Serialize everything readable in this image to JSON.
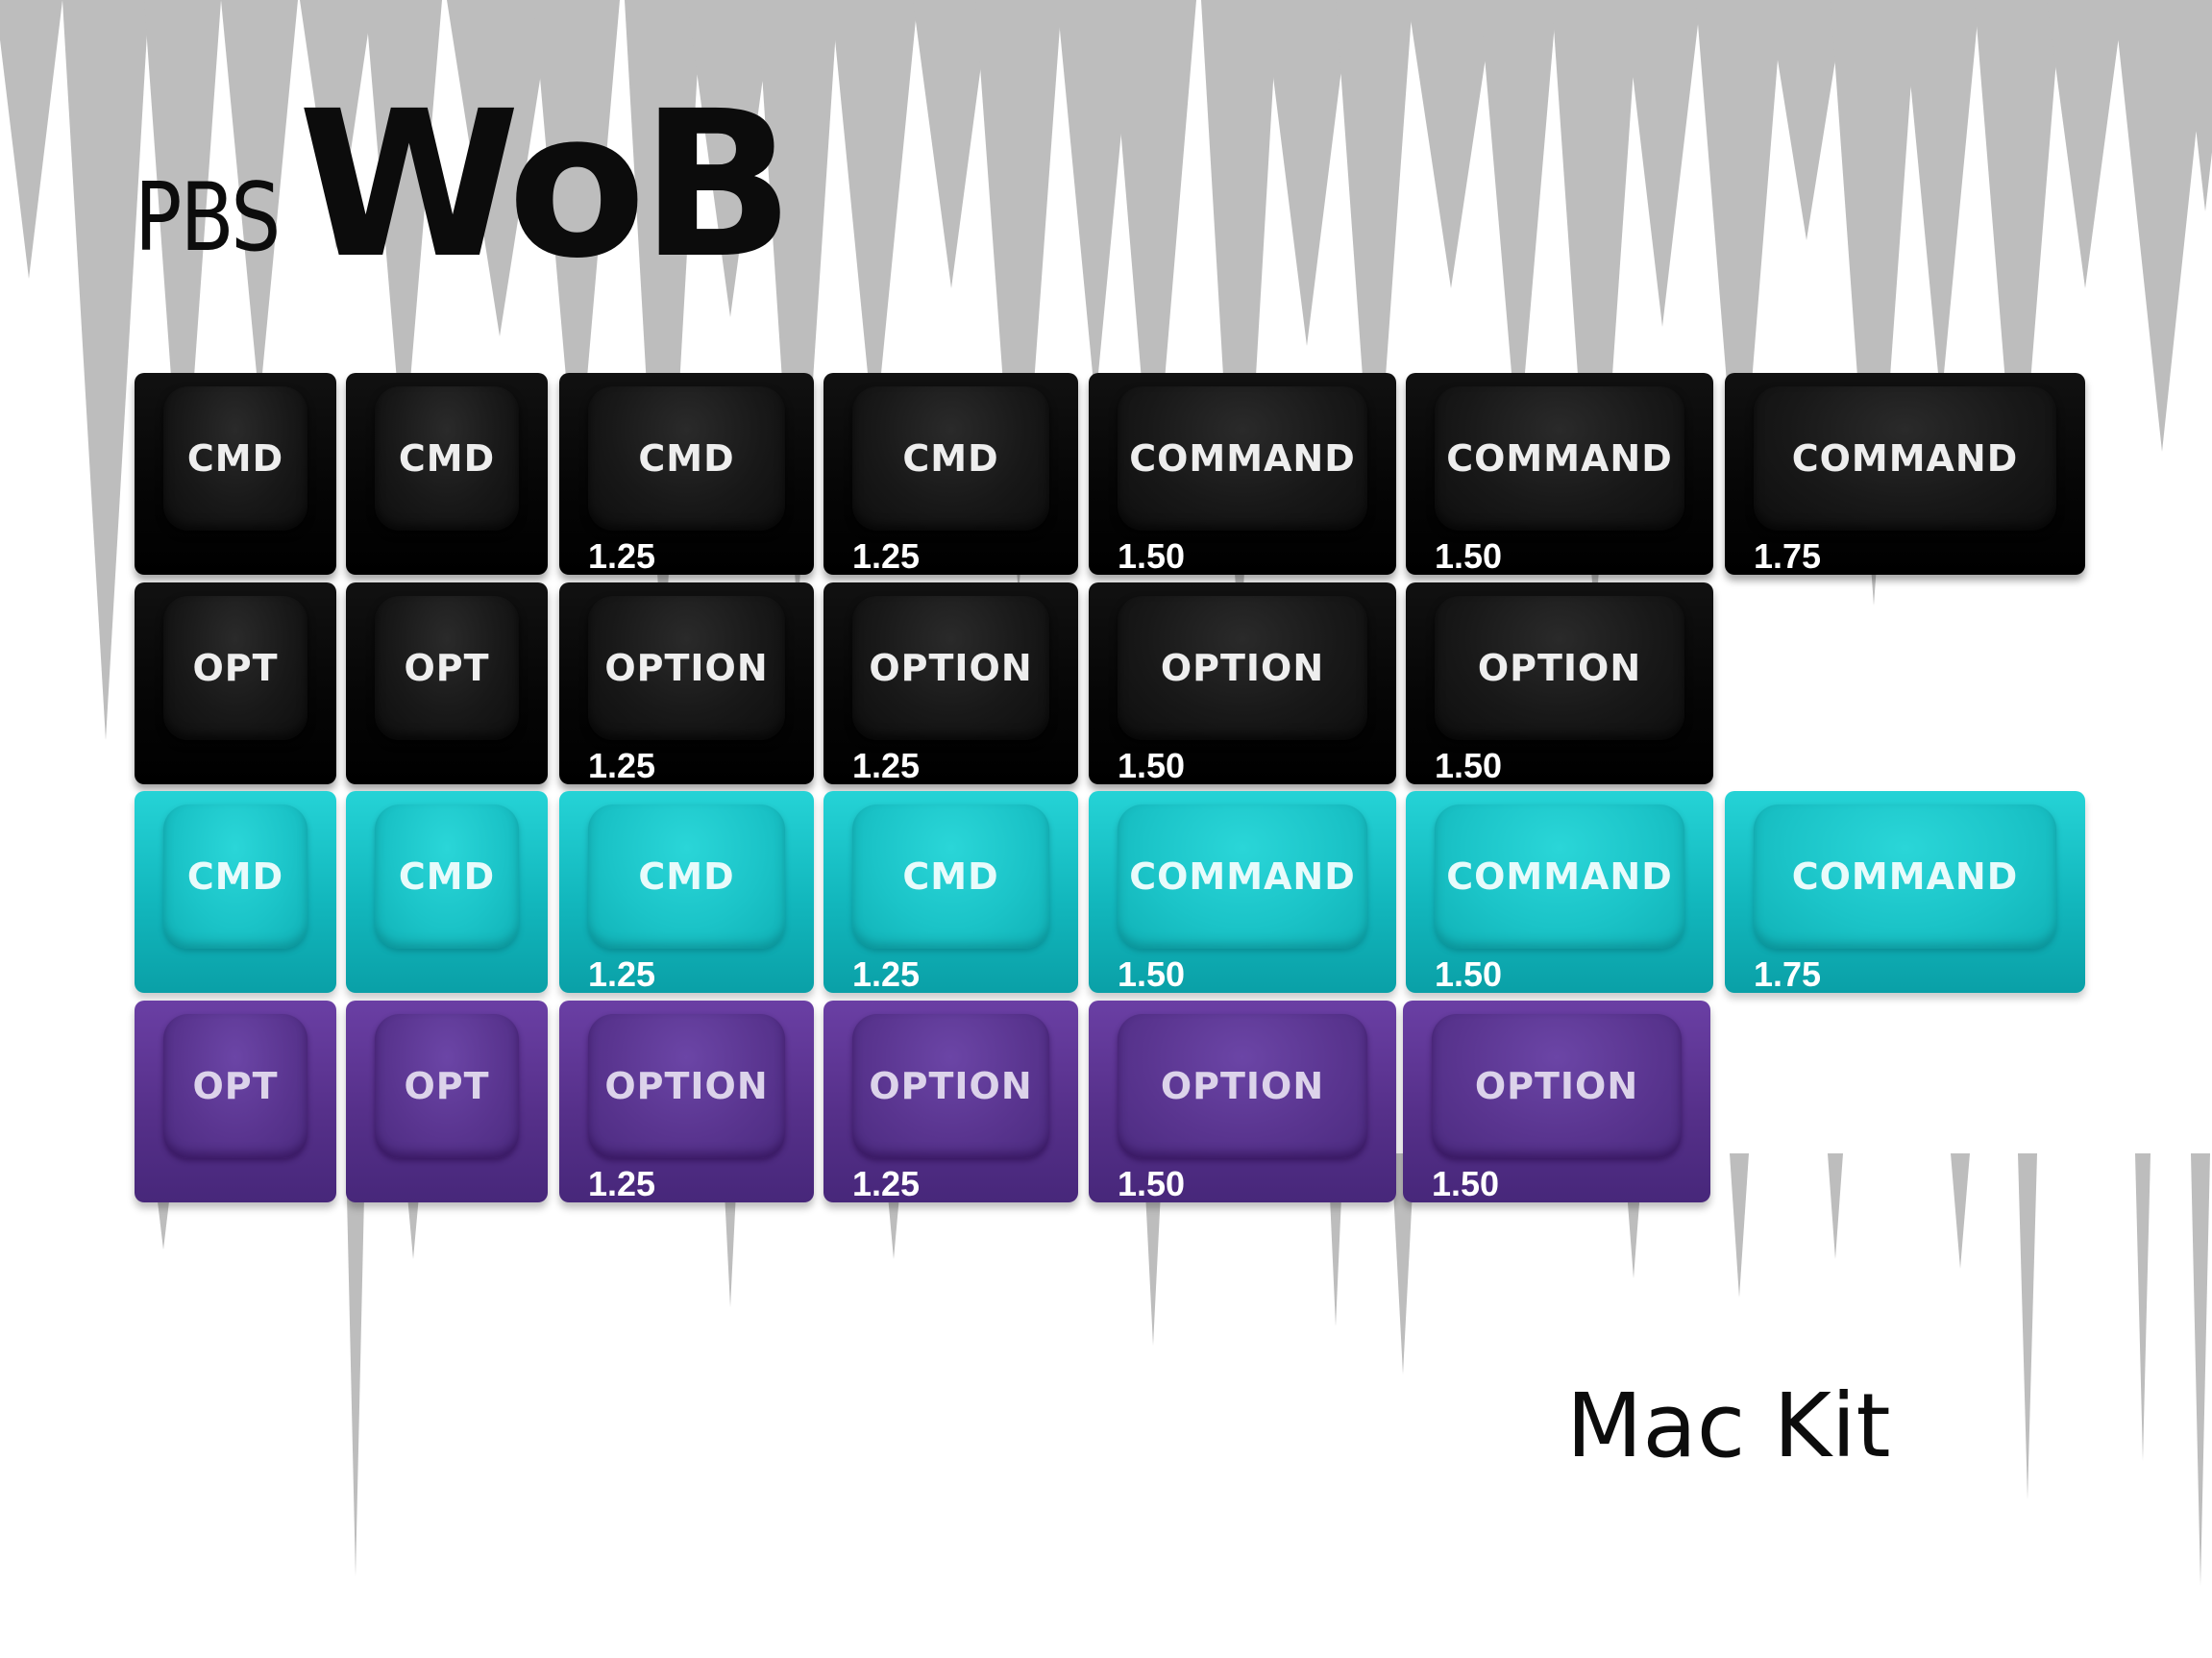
{
  "brand": {
    "prefix": "PBS",
    "name": "WoB"
  },
  "footer": {
    "text": "Mac Kit"
  },
  "colors": {
    "background": "#ffffff",
    "spikes": "#bdbdbd",
    "black": "#0c0c0c",
    "teal": "#1ec8cc",
    "purple": "#5a3590"
  },
  "rows": [
    {
      "color": "black",
      "keys": [
        {
          "legend": "CMD",
          "size": ""
        },
        {
          "legend": "CMD",
          "size": ""
        },
        {
          "legend": "CMD",
          "size": "1.25"
        },
        {
          "legend": "CMD",
          "size": "1.25"
        },
        {
          "legend": "COMMAND",
          "size": "1.50"
        },
        {
          "legend": "COMMAND",
          "size": "1.50"
        },
        {
          "legend": "COMMAND",
          "size": "1.75"
        }
      ]
    },
    {
      "color": "black",
      "keys": [
        {
          "legend": "OPT",
          "size": ""
        },
        {
          "legend": "OPT",
          "size": ""
        },
        {
          "legend": "OPTION",
          "size": "1.25"
        },
        {
          "legend": "OPTION",
          "size": "1.25"
        },
        {
          "legend": "OPTION",
          "size": "1.50"
        },
        {
          "legend": "OPTION",
          "size": "1.50"
        }
      ]
    },
    {
      "color": "teal",
      "keys": [
        {
          "legend": "CMD",
          "size": ""
        },
        {
          "legend": "CMD",
          "size": ""
        },
        {
          "legend": "CMD",
          "size": "1.25"
        },
        {
          "legend": "CMD",
          "size": "1.25"
        },
        {
          "legend": "COMMAND",
          "size": "1.50"
        },
        {
          "legend": "COMMAND",
          "size": "1.50"
        },
        {
          "legend": "COMMAND",
          "size": "1.75"
        }
      ]
    },
    {
      "color": "purple",
      "keys": [
        {
          "legend": "OPT",
          "size": ""
        },
        {
          "legend": "OPT",
          "size": ""
        },
        {
          "legend": "OPTION",
          "size": "1.25"
        },
        {
          "legend": "OPTION",
          "size": "1.25"
        },
        {
          "legend": "OPTION",
          "size": "1.50"
        },
        {
          "legend": "OPTION",
          "size": "1.50"
        }
      ]
    }
  ]
}
